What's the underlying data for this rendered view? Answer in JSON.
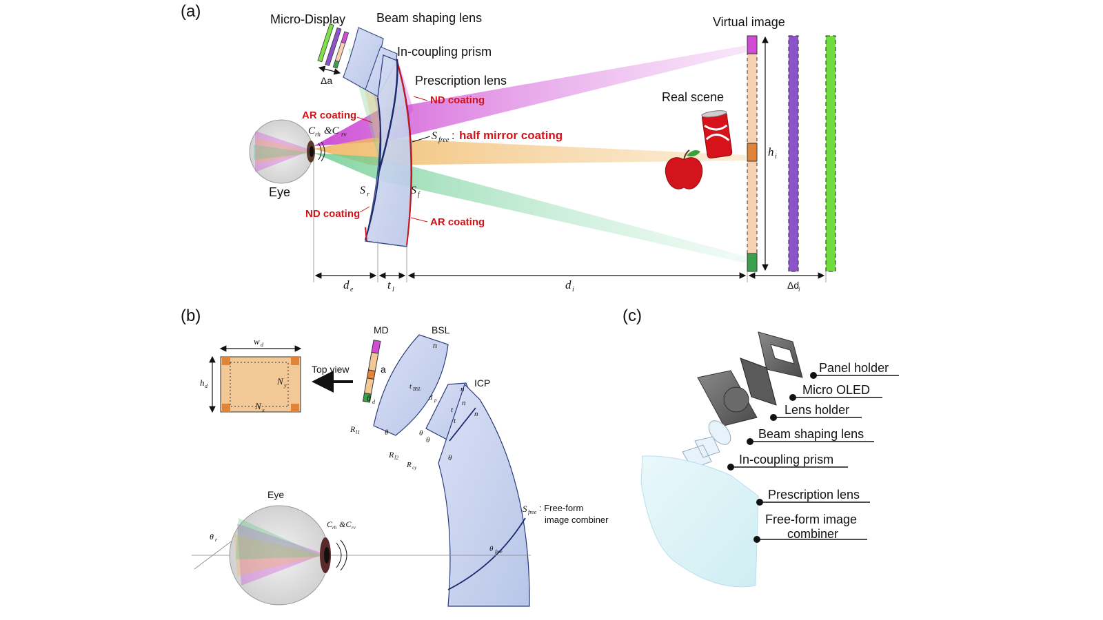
{
  "panel_a": {
    "letter": "(a)",
    "labels": {
      "micro_display": "Micro-Display",
      "beam_shaping_lens": "Beam shaping lens",
      "in_coupling_prism": "In-coupling prism",
      "prescription_lens": "Prescription lens",
      "virtual_image": "Virtual image",
      "real_scene": "Real scene",
      "eye": "Eye",
      "delta_a": "Δa"
    },
    "coatings": {
      "nd_top": "ND coating",
      "ar_top": "AR coating",
      "half_mirror": "half mirror coating",
      "nd_bottom": "ND coating",
      "ar_bottom": "AR coating"
    },
    "symbols": {
      "crh_crv": "C",
      "sfree": "S",
      "sr": "S",
      "sf": "S",
      "hi": "h"
    },
    "dims": {
      "de": "d",
      "tl": "t",
      "di": "d",
      "delta_di": "Δd"
    }
  },
  "panel_b": {
    "letter": "(b)",
    "labels": {
      "md": "MD",
      "bsl": "BSL",
      "icp": "ICP",
      "top_view": "Top view",
      "eye": "Eye",
      "sfree_desc_1": ": Free-form",
      "sfree_desc_2": "image combiner",
      "a": "a"
    }
  },
  "panel_c": {
    "letter": "(c)",
    "parts": [
      "Panel holder",
      "Micro OLED",
      "Lens holder",
      "Beam shaping lens",
      "In-coupling prism",
      "Prescription lens",
      "Free-form image",
      "combiner"
    ]
  },
  "colors": {
    "coating_red": "#d0141a",
    "lens_fill": "#c9d4ee",
    "lens_stroke": "#2a3a7a",
    "ray_magenta": "#d24bd6",
    "ray_orange": "#f2c07a",
    "ray_green": "#8fd9a0",
    "virtual_image_peach": "#f6d2b2",
    "layer_purple": "#8c54c8",
    "layer_green": "#6edc3c"
  }
}
